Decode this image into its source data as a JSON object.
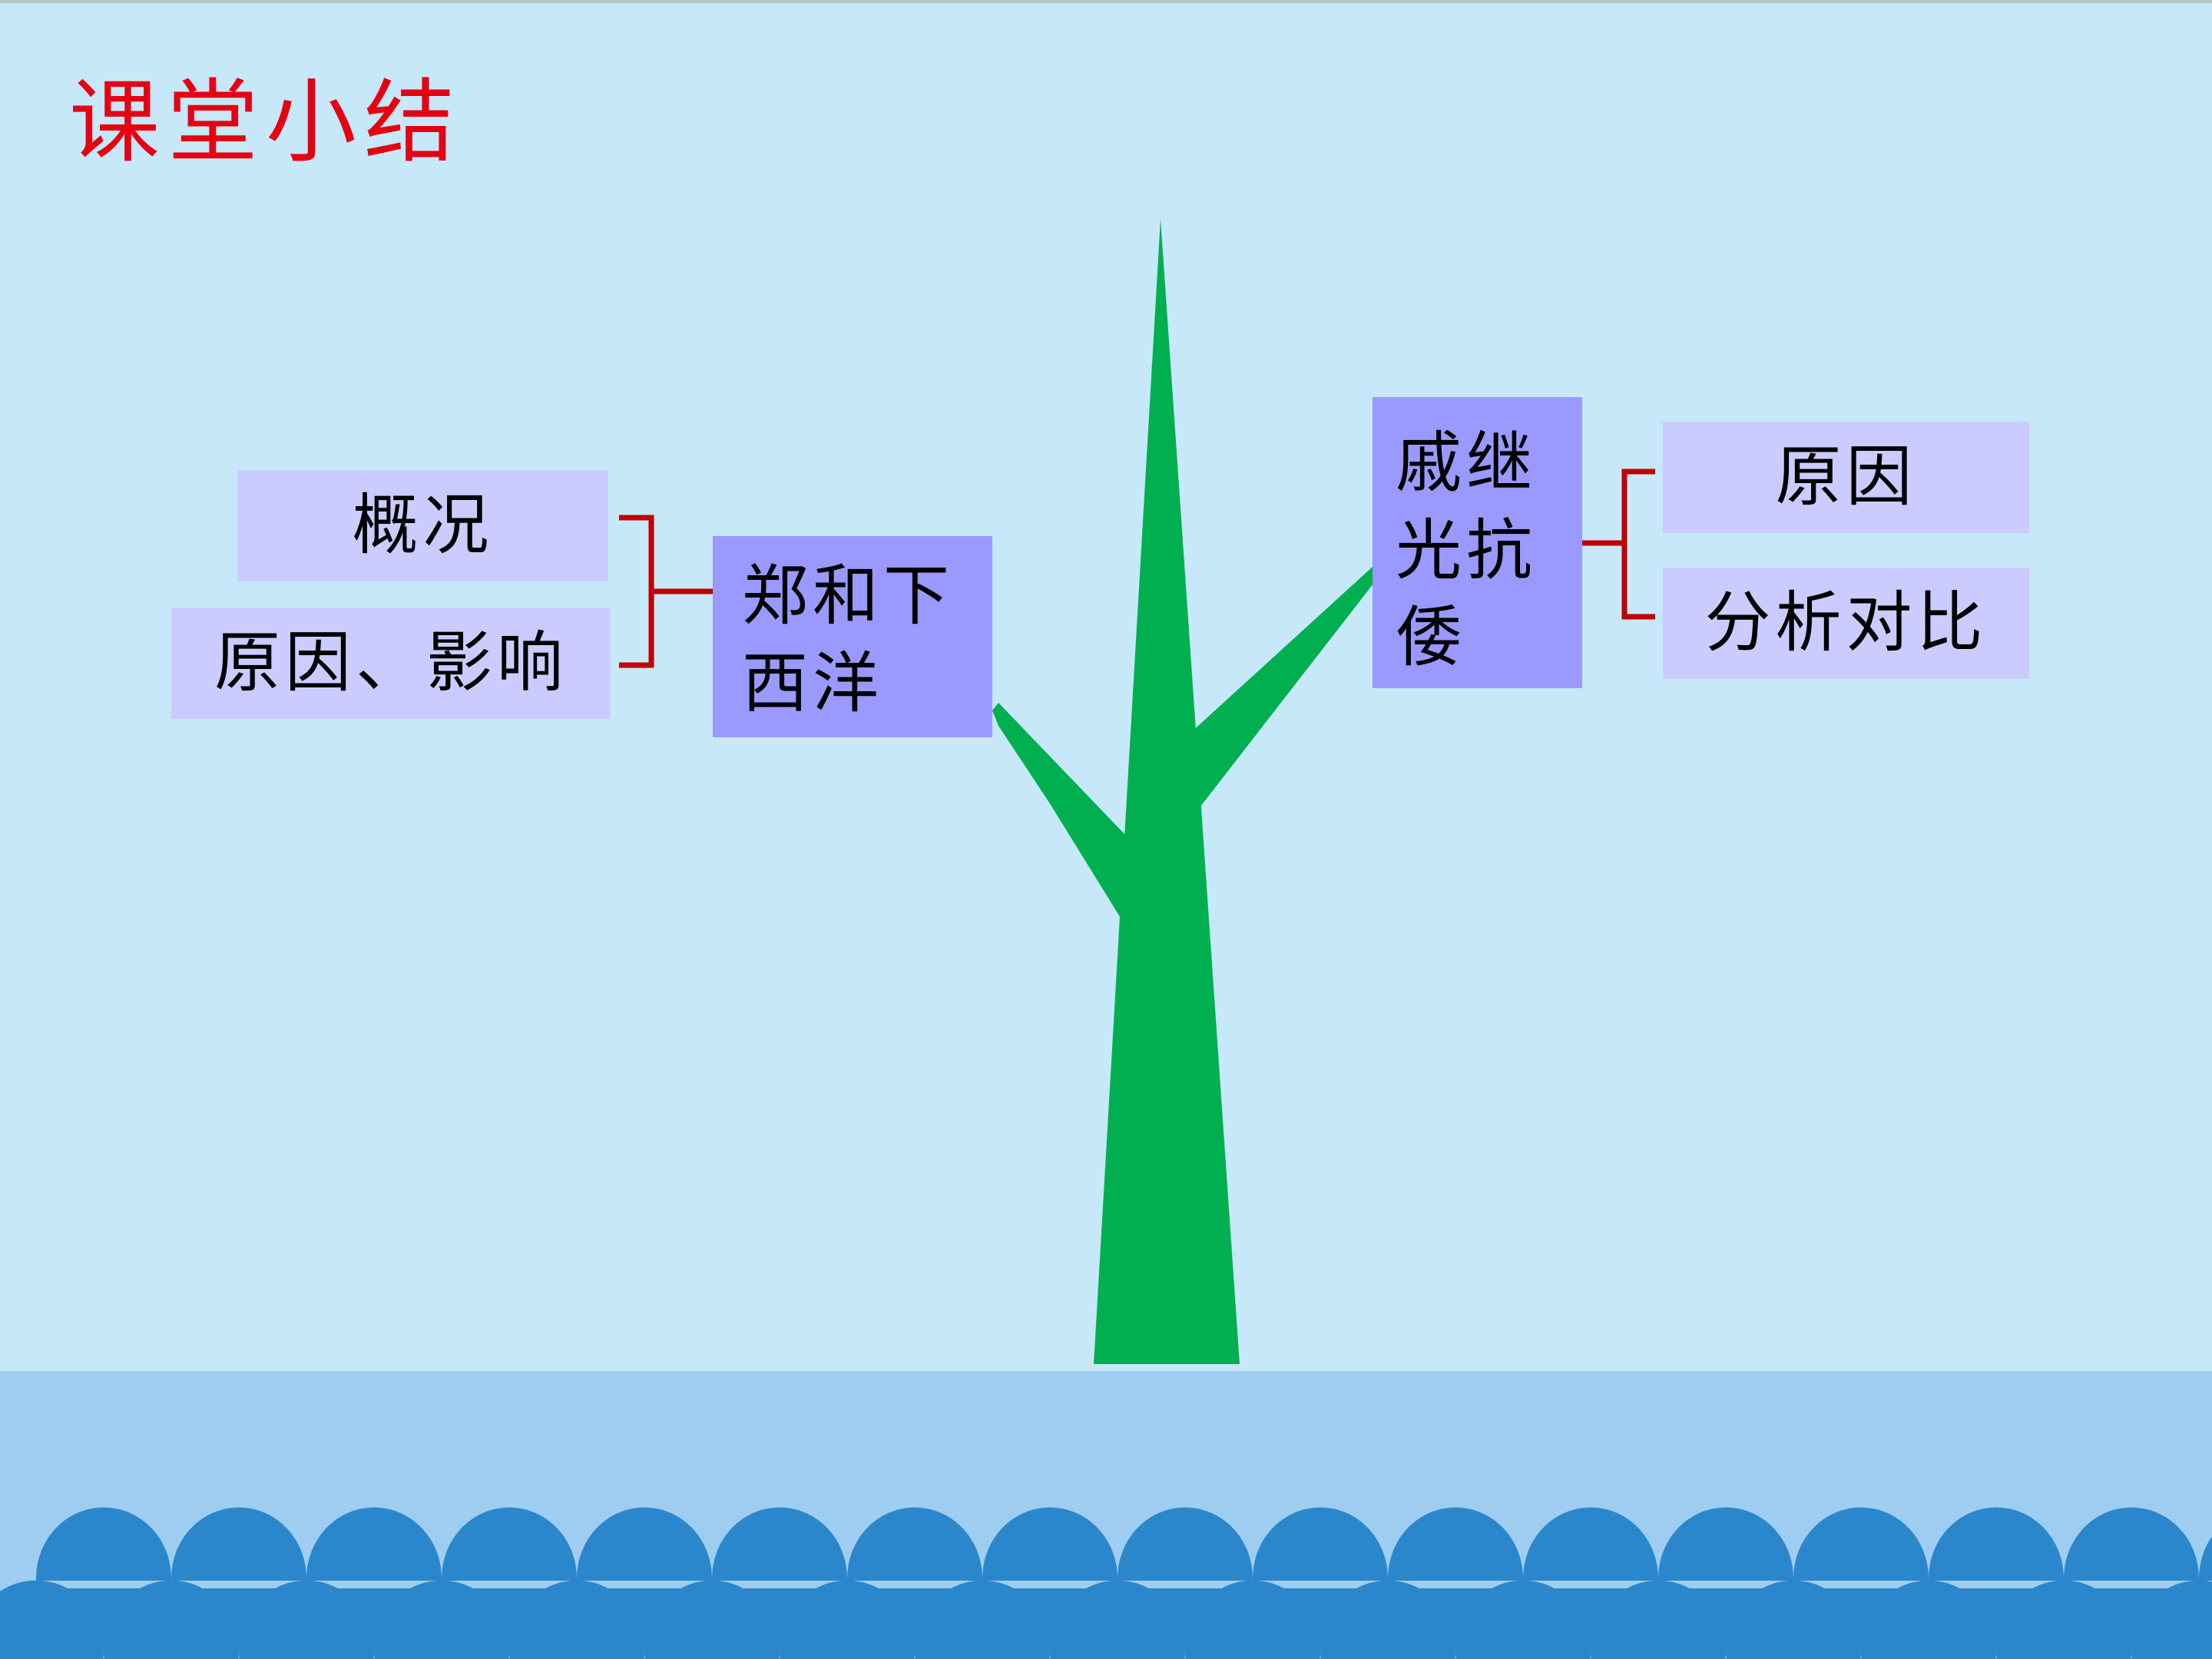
{
  "title": "课堂小结",
  "left_branch": {
    "main": "郑和下西洋",
    "subs": [
      "概况",
      "原因、影响"
    ]
  },
  "right_branch": {
    "main": "戚继光抗倭",
    "subs": [
      "原因",
      "分析对比"
    ]
  },
  "colors": {
    "background": "#c6e8f9",
    "title": "#e60012",
    "tree": "#00b050",
    "main_box": "#9999ff",
    "sub_box": "#cccbff",
    "bracket": "#c00000",
    "ground": "#9ecdf0",
    "waves": "#2b87cc"
  }
}
